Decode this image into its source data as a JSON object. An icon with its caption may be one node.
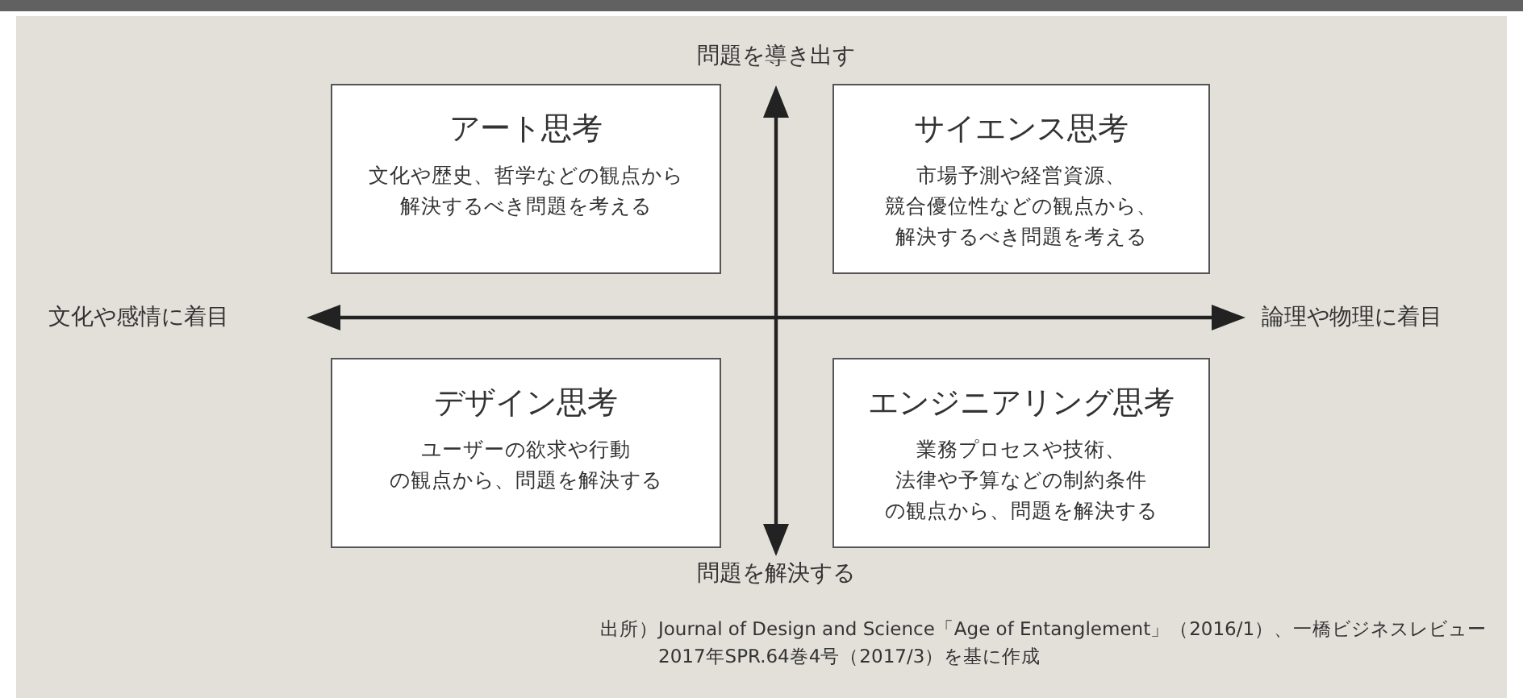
{
  "diagram": {
    "nodes": [
      {
        "text": [
          "アート思考",
          "文化や歴史、哲学などの観点から解決するべき問題を考える"
        ]
      },
      {
        "text": [
          "サイエンス思考",
          "市場予測や経営資源、競合優位性などの観点から、解決するべき問題を考える"
        ]
      },
      {
        "text": [
          "デザイン思考",
          "ユーザーの欲求や行動の観点から、問題を解決する"
        ]
      },
      {
        "text": [
          "エンジニアリング思考",
          "業務プロセスや技術、法律や予算などの制約条件の観点から、問題を解決する"
        ]
      }
    ],
    "edges": [],
    "labels": [
      "問題を導き出す",
      "文化や感情に着目",
      "論理や物理に着目",
      "問題を解決する",
      "出所）Journal of Design and Science「Age of Entanglement」（2016/1）、一橋ビジネスレビュー 2017年SPR.64巻4号（2017/3）を基に作成"
    ]
  }
}
